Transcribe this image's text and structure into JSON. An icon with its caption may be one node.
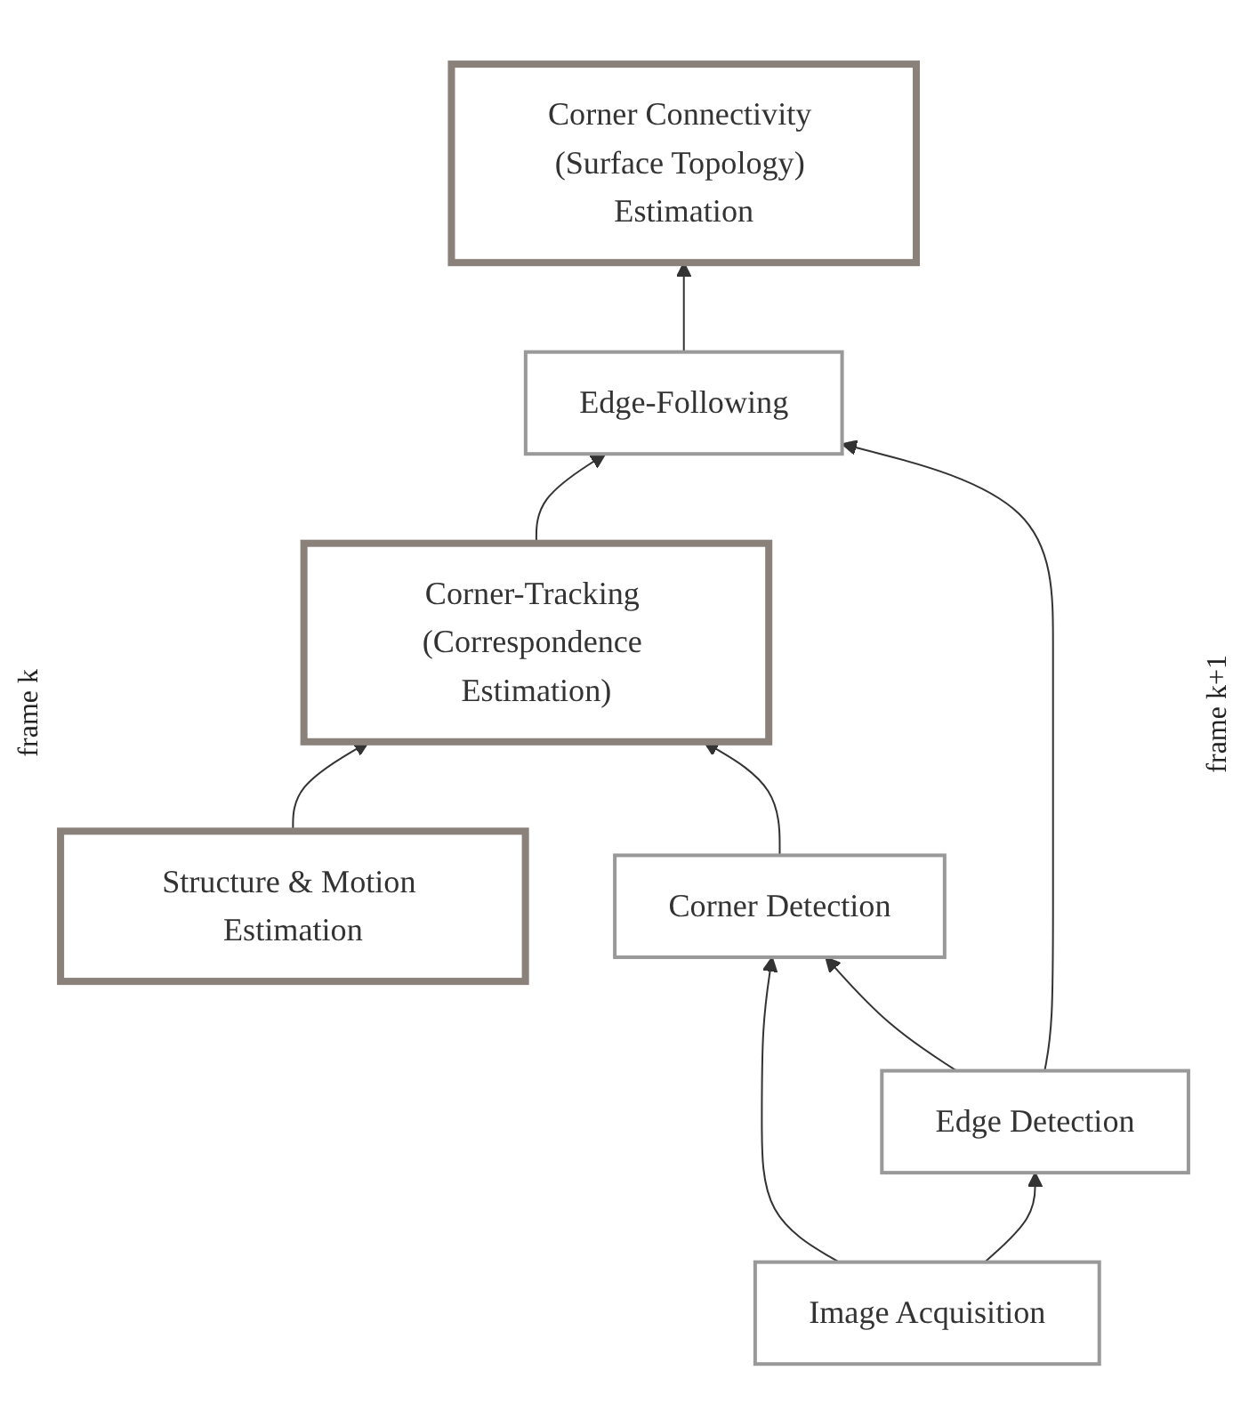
{
  "diagram": {
    "nodes": [
      {
        "text": [
          "Structure & Motion Estimation"
        ]
      },
      {
        "text": [
          "Corner Connectivity (Surface Topology) Estimation"
        ]
      },
      {
        "text": [
          "Corner-Tracking (Correspondence Estimation)"
        ]
      },
      {
        "text": [
          "Edge-Following"
        ]
      },
      {
        "text": [
          "Corner Detection"
        ]
      },
      {
        "text": [
          "Edge Detection"
        ]
      },
      {
        "text": [
          "Image Acquisition"
        ]
      }
    ],
    "edges": [
      {
        "from": 6,
        "to": 4,
        "arrow": "to"
      },
      {
        "from": 6,
        "to": 5,
        "arrow": "to"
      },
      {
        "from": 5,
        "to": 4,
        "arrow": "to"
      },
      {
        "from": 4,
        "to": 2,
        "arrow": "to"
      },
      {
        "from": 5,
        "to": 3,
        "arrow": "to"
      },
      {
        "from": 2,
        "to": 3,
        "arrow": "to"
      },
      {
        "from": 0,
        "to": 2,
        "arrow": "to"
      },
      {
        "from": 3,
        "to": 1,
        "arrow": "to"
      }
    ],
    "labels": [
      "frame k",
      "frame k+1"
    ]
  }
}
